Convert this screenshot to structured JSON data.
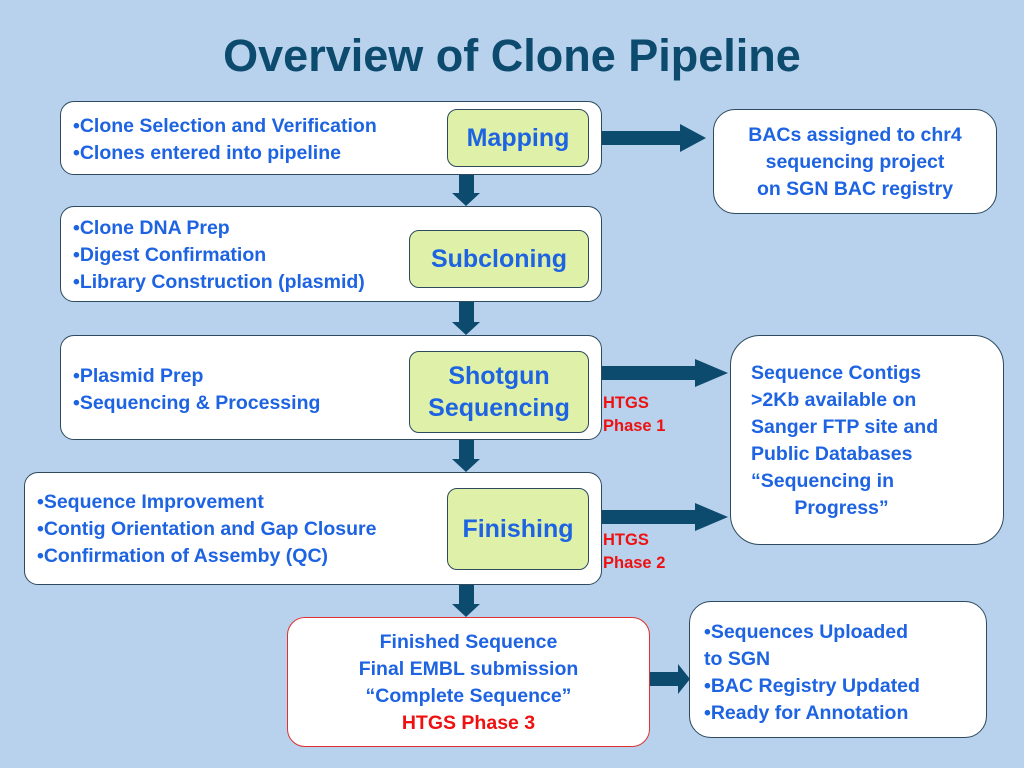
{
  "title": "Overview of Clone Pipeline",
  "colors": {
    "background": "#b8d1ec",
    "title": "#0c4a6e",
    "text": "#1d63e2",
    "stage_fill": "#dff1a8",
    "arrow": "#0c4a6e",
    "highlight": "#ee1111"
  },
  "stages": [
    {
      "name": "Mapping",
      "bullets": [
        "•Clone Selection and Verification",
        "•Clones entered into pipeline"
      ]
    },
    {
      "name": "Subcloning",
      "bullets": [
        "•Clone DNA Prep",
        "•Digest Confirmation",
        "•Library Construction (plasmid)"
      ]
    },
    {
      "name_lines": [
        "Shotgun",
        "Sequencing"
      ],
      "bullets": [
        "•Plasmid Prep",
        "•Sequencing & Processing"
      ]
    },
    {
      "name": "Finishing",
      "bullets": [
        "•Sequence Improvement",
        "•Contig Orientation and Gap Closure",
        "•Confirmation of Assemby (QC)"
      ]
    }
  ],
  "final": {
    "lines": [
      "Finished Sequence",
      "Final EMBL submission",
      "“Complete Sequence”"
    ],
    "phase": "HTGS Phase 3"
  },
  "outputs": {
    "bac_registry": [
      "BACs assigned to chr4",
      "sequencing project",
      "on SGN BAC registry"
    ],
    "contigs": [
      "Sequence Contigs",
      ">2Kb available on",
      "Sanger FTP site and",
      "Public Databases",
      "“Sequencing in",
      "        Progress”"
    ],
    "upload": [
      "•Sequences Uploaded",
      "to SGN",
      "•BAC Registry Updated",
      "•Ready for Annotation"
    ]
  },
  "phase_labels": [
    [
      "HTGS",
      "Phase 1"
    ],
    [
      "HTGS",
      "Phase 2"
    ]
  ]
}
